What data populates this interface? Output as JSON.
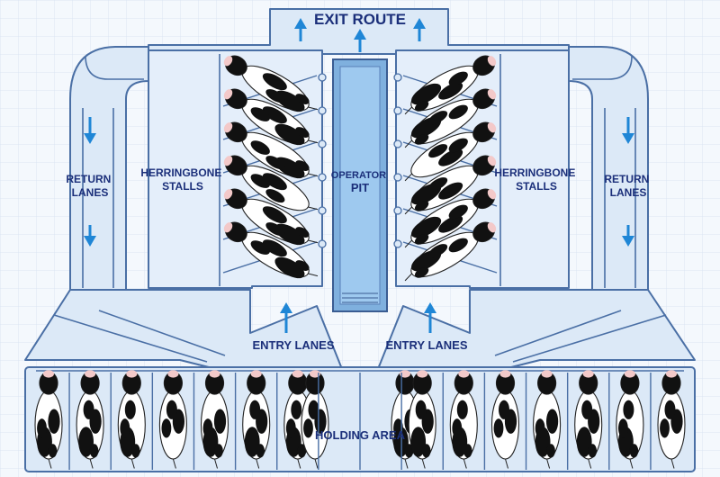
{
  "diagram": {
    "title": "EXIT ROUTE",
    "labels": {
      "operator_pit": [
        "OPERATOR",
        "PIT"
      ],
      "stalls_left": [
        "HERRINGBONE",
        "STALLS"
      ],
      "stalls_right": [
        "HERRINGBONE",
        "STALLS"
      ],
      "return_left": [
        "RETURN",
        "LANES"
      ],
      "return_right": [
        "RETURN",
        "LANES"
      ],
      "entry_left": "ENTRY LANES",
      "entry_right": "ENTRY LANES",
      "holding": "HOLDING AREA"
    },
    "stall_cows_per_side": 6,
    "holding_cows": 16,
    "colors": {
      "background": "#f4f8fd",
      "grid": "#dbe6f4",
      "floor": "#dce9f7",
      "structure": "#4a6fa5",
      "pit": "#9ec9ef",
      "text": "#1b2f7a",
      "arrow": "#1f86d6",
      "cow_black": "#111111"
    }
  }
}
